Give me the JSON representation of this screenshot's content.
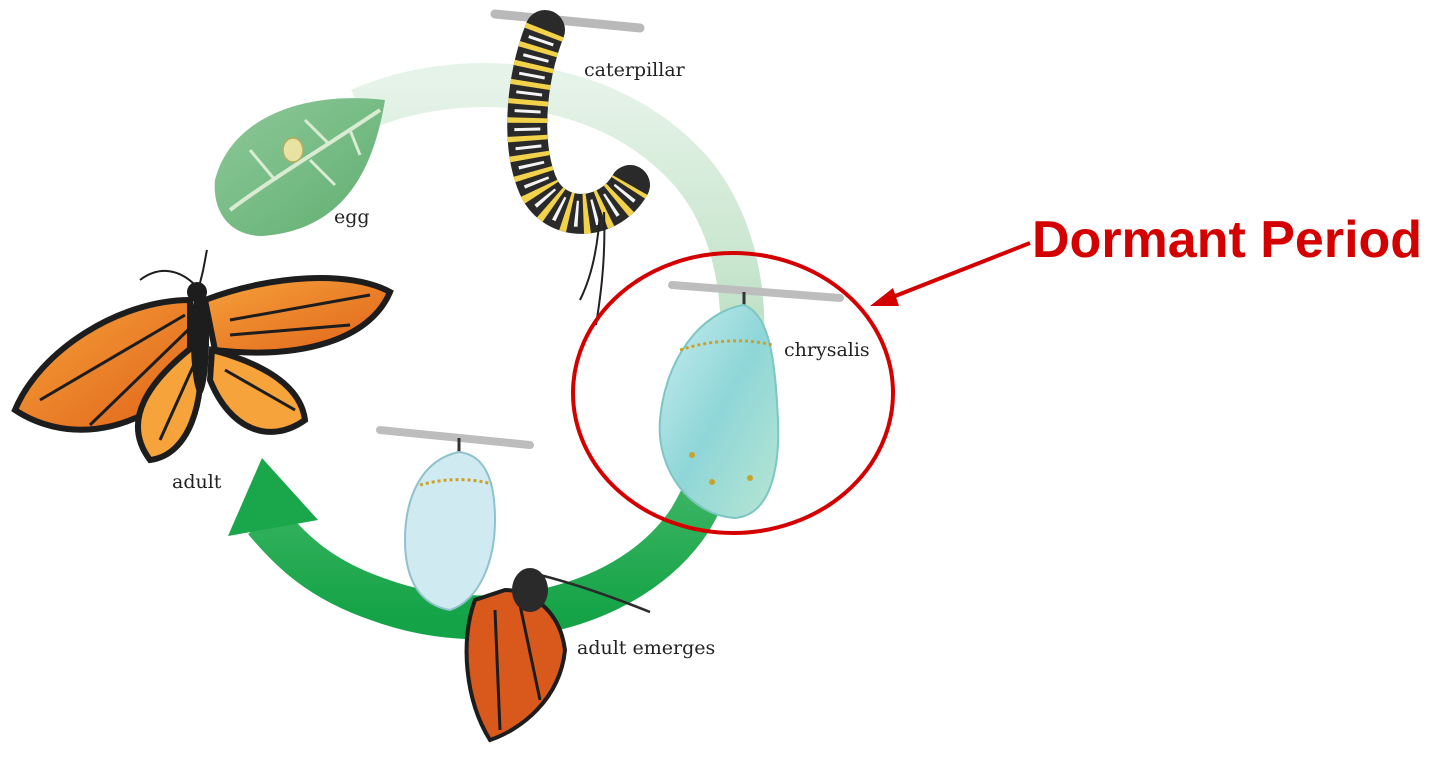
{
  "stages": {
    "egg": "egg",
    "caterpillar": "caterpillar",
    "chrysalis": "chrysalis",
    "adult_emerges": "adult emerges",
    "adult": "adult"
  },
  "callout": {
    "text": "Dormant Period",
    "color": "#d40000"
  },
  "colors": {
    "cycle_arrow": "#1aa64a",
    "cycle_arrow_light": "#cfe8d4"
  }
}
